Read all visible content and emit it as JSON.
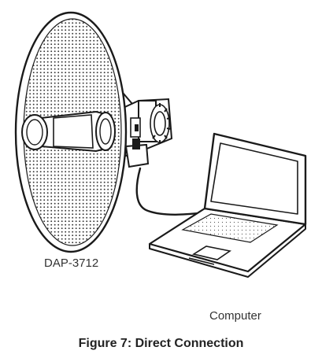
{
  "labels": {
    "device": "DAP-3712",
    "computer": "Computer"
  },
  "caption": "Figure 7: Direct Connection",
  "colors": {
    "ink": "#1a1a1a",
    "label_text": "#333333",
    "caption_text": "#222222",
    "background": "#ffffff"
  },
  "icons": [
    "dish-antenna-icon",
    "laptop-icon",
    "ethernet-cable-icon"
  ]
}
